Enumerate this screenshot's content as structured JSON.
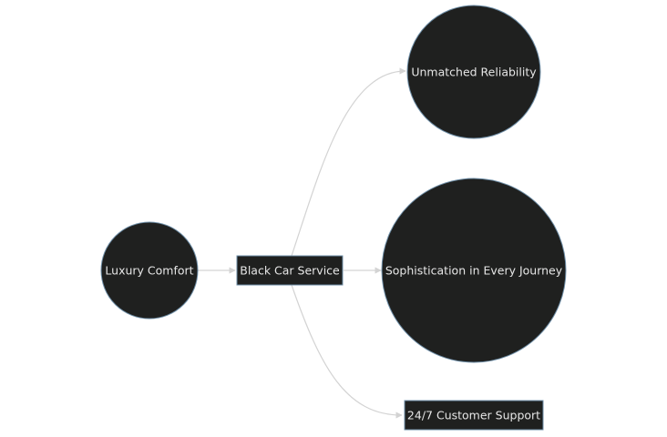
{
  "diagram": {
    "nodes": [
      {
        "id": "luxury",
        "label": "Luxury Comfort",
        "shape": "circle"
      },
      {
        "id": "black",
        "label": "Black Car Service",
        "shape": "rect"
      },
      {
        "id": "reliability",
        "label": "Unmatched Reliability",
        "shape": "circle"
      },
      {
        "id": "sophistication",
        "label": "Sophistication in Every Journey",
        "shape": "circle"
      },
      {
        "id": "support",
        "label": "24/7 Customer Support",
        "shape": "rect"
      }
    ],
    "edges": [
      {
        "from": "luxury",
        "to": "black"
      },
      {
        "from": "black",
        "to": "reliability"
      },
      {
        "from": "black",
        "to": "sophistication"
      },
      {
        "from": "black",
        "to": "support"
      }
    ],
    "colors": {
      "node_fill": "#1f201f",
      "node_border": "#6f8fa8",
      "edge": "#d3d3d3",
      "text": "#e6e6e6"
    }
  }
}
